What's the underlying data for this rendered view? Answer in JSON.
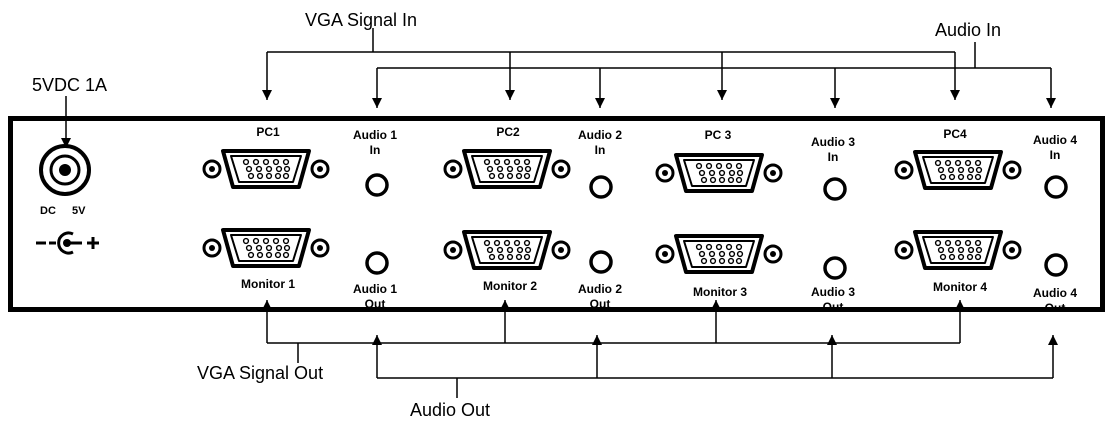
{
  "callouts": {
    "vga_signal_in": "VGA Signal In",
    "audio_in": "Audio In",
    "power": "5VDC 1A",
    "vga_signal_out": "VGA Signal Out",
    "audio_out": "Audio Out"
  },
  "power_jack": {
    "dc_label": "DC",
    "voltage_label": "5V"
  },
  "channels": [
    {
      "pc": "PC1",
      "audio_in": [
        "Audio 1",
        "In"
      ],
      "monitor": "Monitor 1",
      "audio_out": [
        "Audio 1",
        "Out"
      ]
    },
    {
      "pc": "PC2",
      "audio_in": [
        "Audio 2",
        "In"
      ],
      "monitor": "Monitor 2",
      "audio_out": [
        "Audio 2",
        "Out"
      ]
    },
    {
      "pc": "PC 3",
      "audio_in": [
        "Audio 3",
        "In"
      ],
      "monitor": "Monitor 3",
      "audio_out": [
        "Audio 3",
        "Out"
      ]
    },
    {
      "pc": "PC4",
      "audio_in": [
        "Audio 4",
        "In"
      ],
      "monitor": "Monitor 4",
      "audio_out": [
        "Audio 4",
        "Out"
      ]
    }
  ],
  "icons": [
    "dc-jack-icon",
    "polarity-symbol-icon",
    "vga-port-icon",
    "audio-jack-icon"
  ]
}
